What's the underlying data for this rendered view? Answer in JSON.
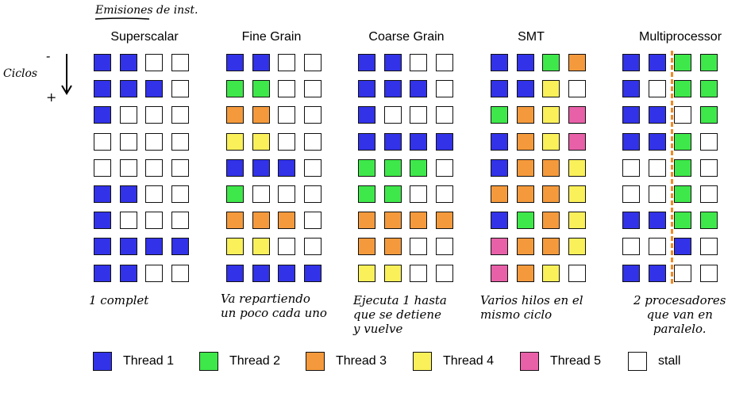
{
  "header_note": "Emisiones de inst.",
  "axis": {
    "label": "Ciclos",
    "minus": "-",
    "plus": "+"
  },
  "colors": {
    "T1": "#3232e8",
    "T2": "#3ee84a",
    "T3": "#f59a3c",
    "T4": "#faf05a",
    "T5": "#e860a8",
    "S": "#ffffff"
  },
  "columns": [
    {
      "title": "Superscalar",
      "grid": [
        [
          "T1",
          "T1",
          "S",
          "S"
        ],
        [
          "T1",
          "T1",
          "T1",
          "S"
        ],
        [
          "T1",
          "S",
          "S",
          "S"
        ],
        [
          "S",
          "S",
          "S",
          "S"
        ],
        [
          "S",
          "S",
          "S",
          "S"
        ],
        [
          "T1",
          "T1",
          "S",
          "S"
        ],
        [
          "T1",
          "S",
          "S",
          "S"
        ],
        [
          "T1",
          "T1",
          "T1",
          "T1"
        ],
        [
          "T1",
          "T1",
          "S",
          "S"
        ]
      ],
      "note": "1 complet"
    },
    {
      "title": "Fine Grain",
      "grid": [
        [
          "T1",
          "T1",
          "S",
          "S"
        ],
        [
          "T2",
          "T2",
          "S",
          "S"
        ],
        [
          "T3",
          "T3",
          "S",
          "S"
        ],
        [
          "T4",
          "T4",
          "S",
          "S"
        ],
        [
          "T1",
          "T1",
          "T1",
          "S"
        ],
        [
          "T2",
          "S",
          "S",
          "S"
        ],
        [
          "T3",
          "T3",
          "T3",
          "S"
        ],
        [
          "T4",
          "T4",
          "S",
          "S"
        ],
        [
          "T1",
          "T1",
          "T1",
          "T1"
        ]
      ],
      "note": "Va repartiendo\nun poco cada uno"
    },
    {
      "title": "Coarse Grain",
      "grid": [
        [
          "T1",
          "T1",
          "S",
          "S"
        ],
        [
          "T1",
          "T1",
          "T1",
          "S"
        ],
        [
          "T1",
          "S",
          "S",
          "S"
        ],
        [
          "T1",
          "T1",
          "T1",
          "T1"
        ],
        [
          "T2",
          "T2",
          "T2",
          "S"
        ],
        [
          "T2",
          "T2",
          "S",
          "S"
        ],
        [
          "T3",
          "T3",
          "T3",
          "T3"
        ],
        [
          "T3",
          "T3",
          "S",
          "S"
        ],
        [
          "T4",
          "T4",
          "S",
          "S"
        ]
      ],
      "note": "Ejecuta 1 hasta\nque se detiene\ny vuelve"
    },
    {
      "title": "SMT",
      "grid": [
        [
          "T1",
          "T1",
          "T2",
          "T3"
        ],
        [
          "T1",
          "T1",
          "T4",
          "S"
        ],
        [
          "T2",
          "T3",
          "T4",
          "T5"
        ],
        [
          "T1",
          "T3",
          "T4",
          "T5"
        ],
        [
          "T1",
          "T3",
          "T3",
          "T4"
        ],
        [
          "T3",
          "T3",
          "T3",
          "T4"
        ],
        [
          "T1",
          "T2",
          "T3",
          "T4"
        ],
        [
          "T5",
          "T3",
          "T3",
          "T4"
        ],
        [
          "T5",
          "T3",
          "T4",
          "S"
        ]
      ],
      "note": "Varios hilos en el\nmismo ciclo"
    },
    {
      "title": "Multiprocessor",
      "grid": [
        [
          "T1",
          "T1",
          "T2",
          "T2"
        ],
        [
          "T1",
          "S",
          "T2",
          "T2"
        ],
        [
          "T1",
          "T1",
          "S",
          "T2"
        ],
        [
          "T1",
          "T1",
          "T2",
          "S"
        ],
        [
          "S",
          "S",
          "T2",
          "S"
        ],
        [
          "S",
          "S",
          "T2",
          "S"
        ],
        [
          "T1",
          "T1",
          "T2",
          "T2"
        ],
        [
          "S",
          "S",
          "T1",
          "S"
        ],
        [
          "T1",
          "T1",
          "S",
          "S"
        ]
      ],
      "note": "2 procesadores\nque van en\nparalelo."
    }
  ],
  "legend": [
    {
      "key": "T1",
      "label": "Thread 1"
    },
    {
      "key": "T2",
      "label": "Thread 2"
    },
    {
      "key": "T3",
      "label": "Thread 3"
    },
    {
      "key": "T4",
      "label": "Thread 4"
    },
    {
      "key": "T5",
      "label": "Thread 5"
    },
    {
      "key": "S",
      "label": "stall"
    }
  ]
}
